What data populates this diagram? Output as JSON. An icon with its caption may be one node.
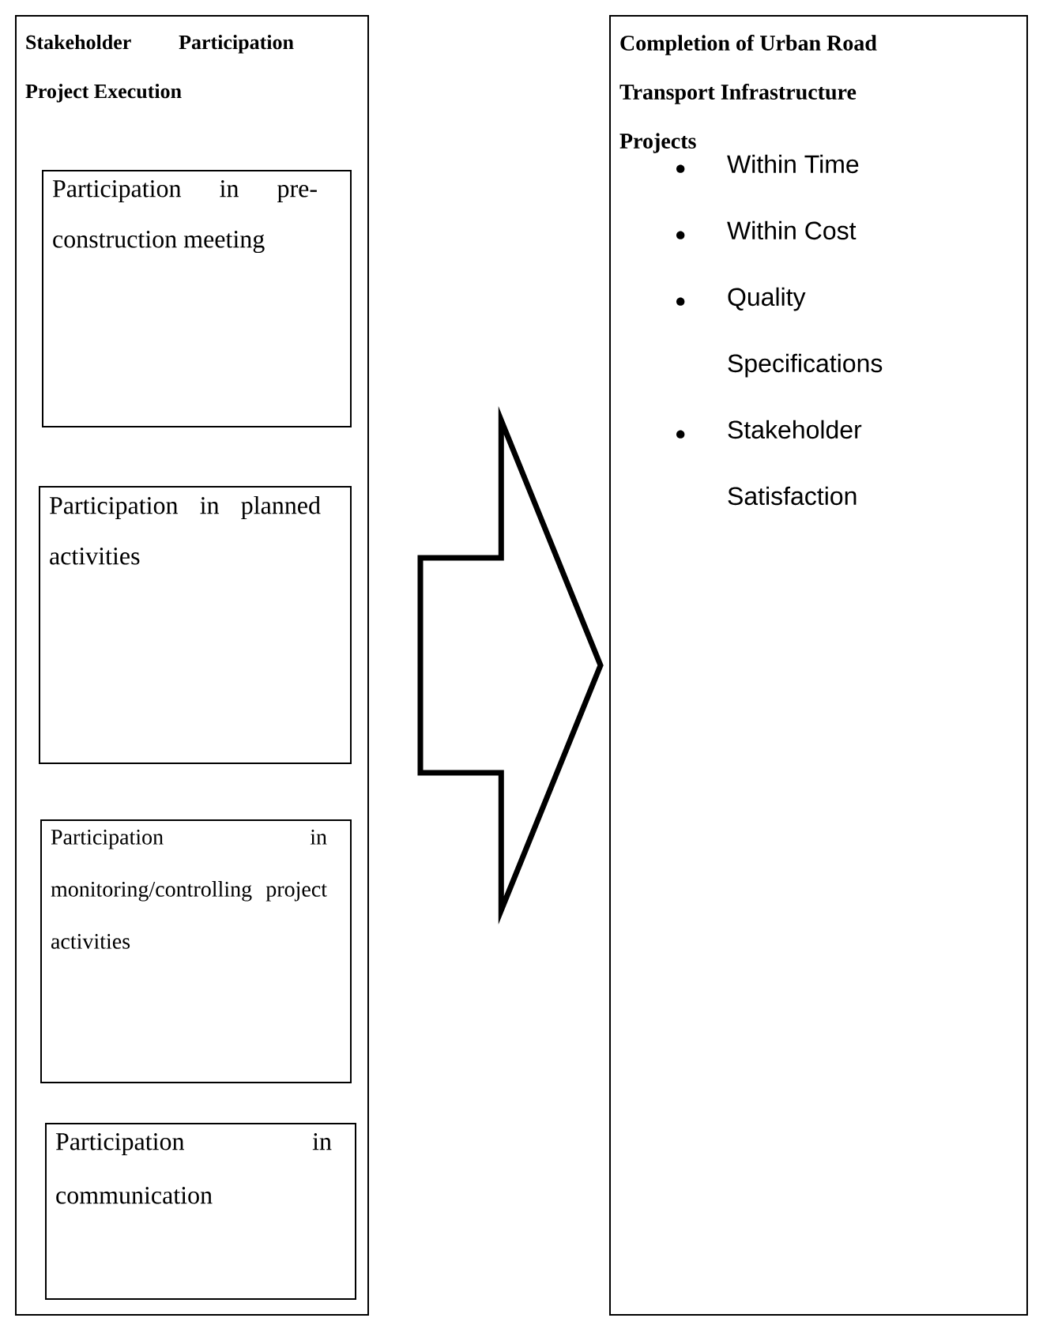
{
  "diagram": {
    "nodes": [
      {
        "text": [
          "Stakeholder Participation Project Execution"
        ]
      },
      {
        "text": [
          "Participation in pre-construction meeting"
        ],
        "in": 0
      },
      {
        "text": [
          "Participation in planned activities"
        ],
        "in": 0
      },
      {
        "text": [
          "Participation in monitoring/controlling project activities"
        ],
        "in": 0
      },
      {
        "text": [
          "Participation in communication"
        ],
        "in": 0
      },
      {
        "text": [
          "Completion of Urban Road Transport Infrastructure Projects",
          "Within Time",
          "Within Cost",
          "Quality Specifications",
          "Stakeholder Satisfaction"
        ]
      }
    ],
    "edges": [
      {
        "from": 0,
        "to": 5,
        "arrow": "to",
        "style": "thick"
      }
    ]
  }
}
